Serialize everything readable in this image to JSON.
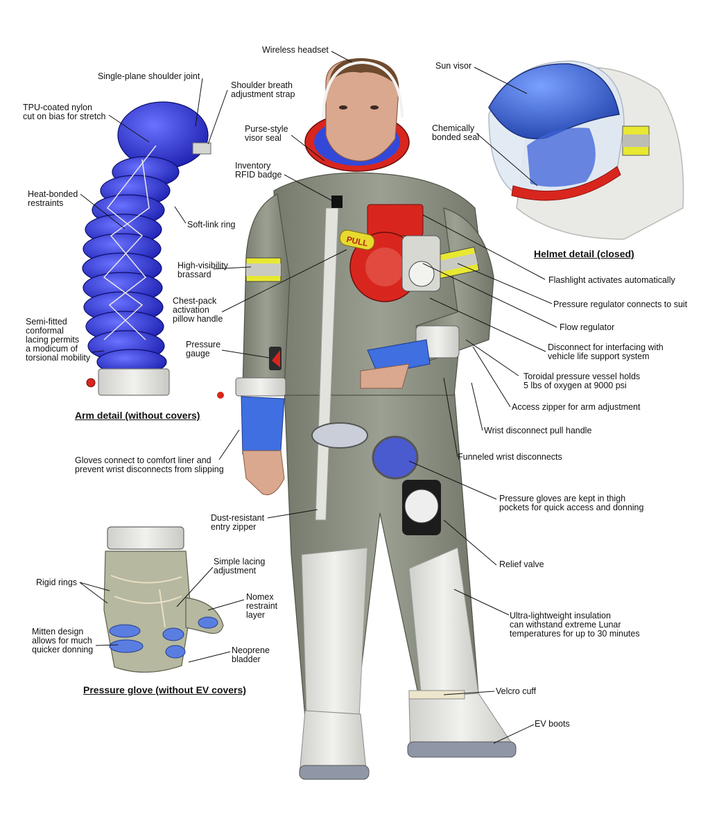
{
  "colors": {
    "suit": "#8e9483",
    "suit_dark": "#6b7063",
    "white_layer": "#e6e7e2",
    "bladder_blue": "#2a2fd0",
    "glove_blue": "#3f6fe0",
    "regulator_red": "#d8261e",
    "brassard_yellow": "#e8e832",
    "visor_blue": "#2d53c9",
    "leader_line": "#111111"
  },
  "captions": {
    "helmet": "Helmet detail (closed)",
    "arm": "Arm detail (without covers)",
    "glove": "Pressure glove (without EV covers)"
  },
  "badge_text": "PULL",
  "labels": {
    "wireless_headset": "Wireless headset",
    "sun_visor": "Sun visor",
    "shoulder_joint": "Single-plane shoulder joint",
    "shoulder_strap": "Shoulder breath\nadjustment strap",
    "tpu_nylon": "TPU-coated nylon\ncut on bias for stretch",
    "purse_visor": "Purse-style\nvisor seal",
    "chem_seal": "Chemically\nbonded seal",
    "rfid": "Inventory\nRFID badge",
    "heat_bonded": "Heat-bonded\nrestraints",
    "soft_link": "Soft-link ring",
    "brassard": "High-visibility\nbrassard",
    "flashlight": "Flashlight activates automatically",
    "chest_pack": "Chest-pack\nactivation\npillow handle",
    "pressure_reg": "Pressure regulator connects to suit",
    "flow_reg": "Flow regulator",
    "semi_fitted": "Semi-fitted\nconformal\nlacing permits\na modicum of\ntorsional mobility",
    "pressure_gauge": "Pressure\ngauge",
    "disconnect": "Disconnect for interfacing with\nvehicle life support system",
    "toroidal": "Toroidal pressure vessel holds\n5 lbs of oxygen at 9000 psi",
    "access_zipper": "Access zipper for arm adjustment",
    "wrist_pull": "Wrist disconnect pull handle",
    "gloves_connect": "Gloves connect to comfort liner and\nprevent wrist disconnects from slipping",
    "funneled": "Funneled wrist disconnects",
    "thigh_pockets": "Pressure gloves are kept in thigh\npockets for quick access and donning",
    "dust_zipper": "Dust-resistant\nentry zipper",
    "simple_lacing": "Simple lacing\nadjustment",
    "relief_valve": "Relief valve",
    "rigid_rings": "Rigid rings",
    "nomex": "Nomex\nrestraint\nlayer",
    "insulation": "Ultra-lightweight insulation\ncan withstand extreme Lunar\ntemperatures for up to 30 minutes",
    "mitten": "Mitten design\nallows for much\nquicker donning",
    "neoprene": "Neoprene\nbladder",
    "velcro": "Velcro cuff",
    "ev_boots": "EV boots"
  }
}
